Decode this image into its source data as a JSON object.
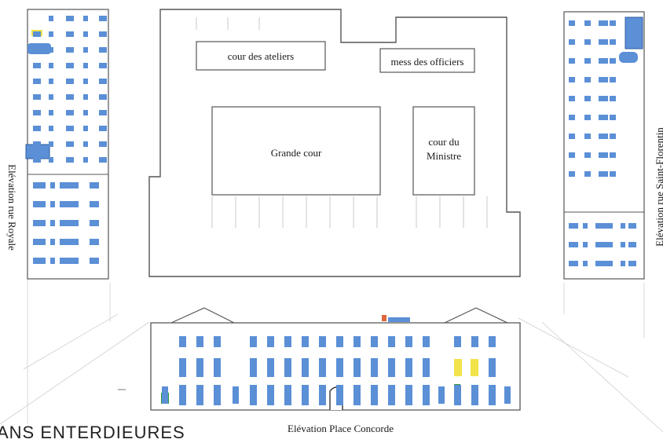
{
  "plan": {
    "courtyards": {
      "ateliers": "cour des  ateliers",
      "mess": "mess des officiers",
      "grande": "Grande cour",
      "ministre_line1": "cour du",
      "ministre_line2": "Ministre"
    },
    "elevations": {
      "royale": "Elévation  rue Royale",
      "florentin": "Elévation rue Saint-Florentin",
      "concorde": "Elévation Place Concorde"
    },
    "partial_title": "ANS ENTERDIEURES",
    "colors": {
      "window": "#5b8fd6",
      "highlight_yellow": "#f2e34a",
      "highlight_green": "#2f9a3a",
      "highlight_orange": "#e0663a",
      "line": "#8a8a8a",
      "outline": "#555555"
    }
  }
}
